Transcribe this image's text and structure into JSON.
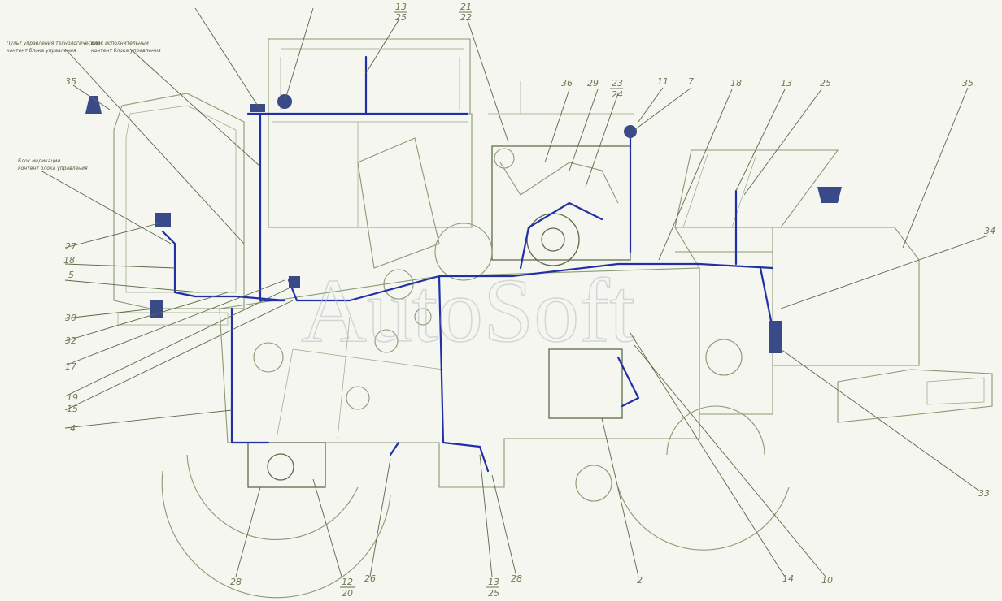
{
  "watermark": "AutoSoft",
  "notes": {
    "left_top_1": "Пульт управления технологический",
    "left_top_2": "контент блока управления",
    "mid_top_1": "Блок исполнительный",
    "mid_top_2": "контент блока управления",
    "left_mid_1": "Блок индикации",
    "left_mid_2": "контент блока управления"
  },
  "callouts": {
    "c35l": "35",
    "c27": "27",
    "c18l": "18",
    "c5": "5",
    "c30": "30",
    "c32": "32",
    "c17": "17",
    "c19": "19",
    "c15": "15",
    "c4": "4",
    "c13t": "13",
    "c25t": "25",
    "c21": "21",
    "c22": "22",
    "c36": "36",
    "c29": "29",
    "c23": "23",
    "c24": "24",
    "c11": "11",
    "c7": "7",
    "c18r": "18",
    "c13r": "13",
    "c25r": "25",
    "c35r": "35",
    "c34": "34",
    "c33": "33",
    "c28a": "28",
    "c12": "12",
    "c20": "20",
    "c26": "26",
    "c13b": "13",
    "c25b": "25",
    "c28b": "28",
    "c2": "2",
    "c14": "14",
    "c10": "10"
  }
}
